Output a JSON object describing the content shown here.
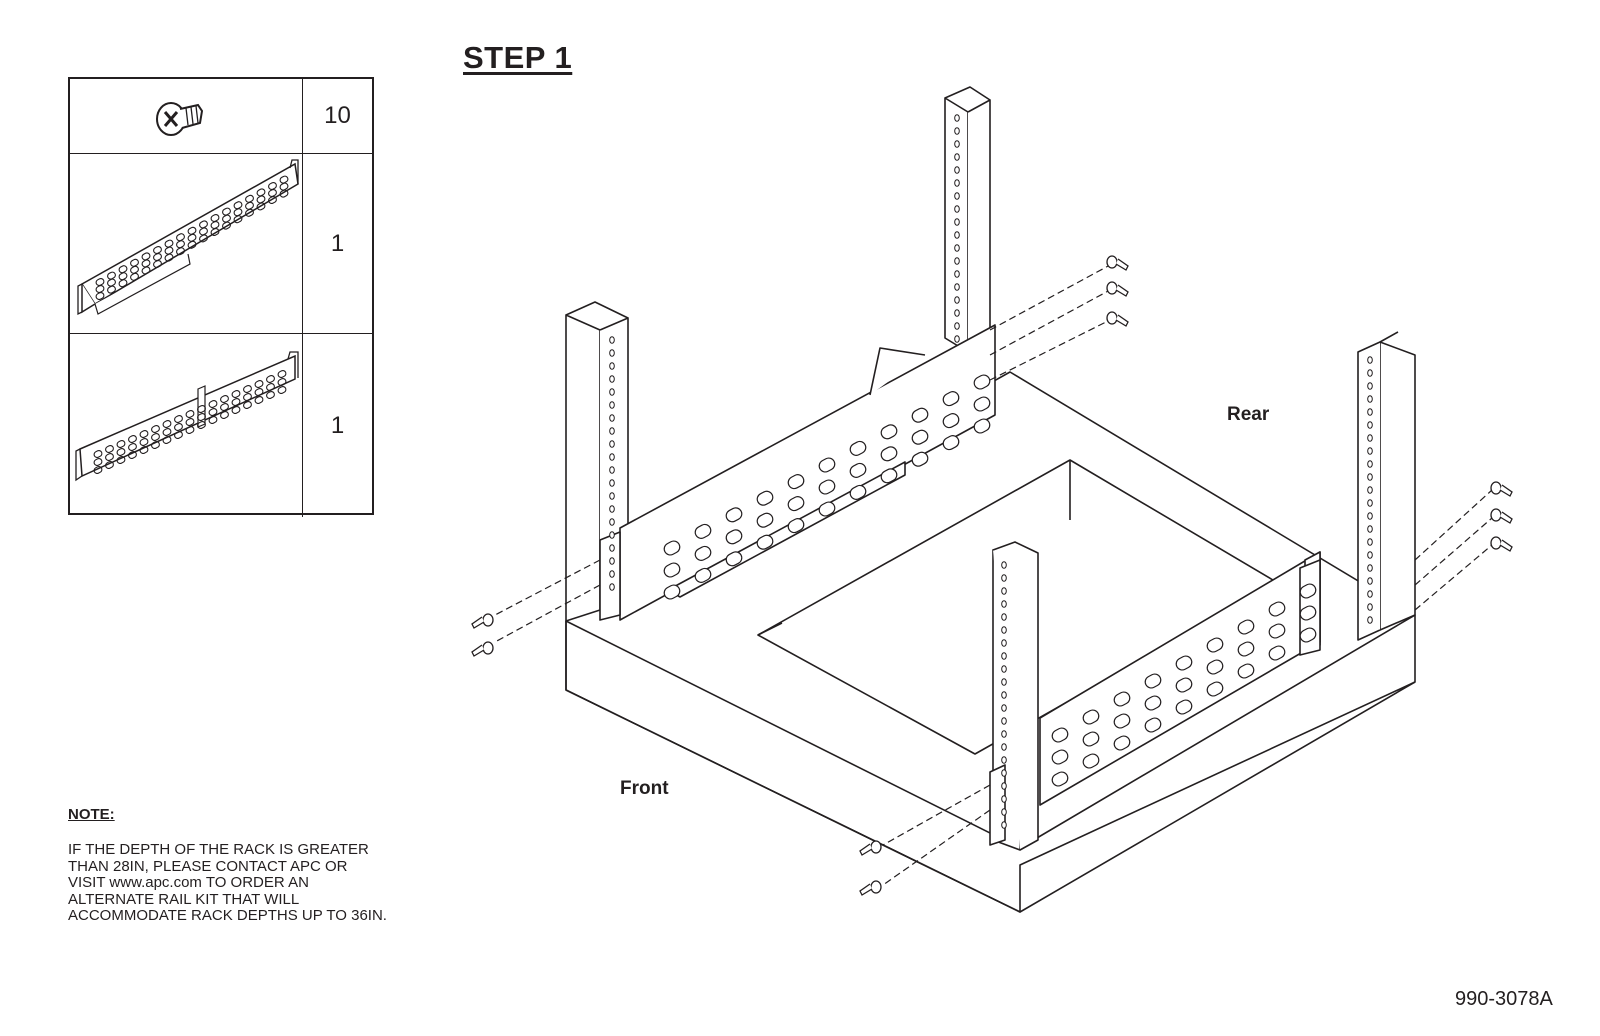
{
  "step_title": "STEP 1",
  "parts": [
    {
      "icon": "screw-icon",
      "qty": "10"
    },
    {
      "icon": "rail-icon",
      "qty": "1"
    },
    {
      "icon": "rail-icon",
      "qty": "1"
    }
  ],
  "labels": {
    "rear": "Rear",
    "front": "Front"
  },
  "note": {
    "title": "NOTE:",
    "lines": [
      "IF THE DEPTH OF THE RACK IS GREATER",
      "THAN 28IN, PLEASE CONTACT APC OR",
      "VISIT www.apc.com TO ORDER AN",
      "ALTERNATE RAIL KIT THAT WILL",
      "ACCOMMODATE RACK DEPTHS UP TO 36IN."
    ]
  },
  "doc_id": "990-3078A"
}
